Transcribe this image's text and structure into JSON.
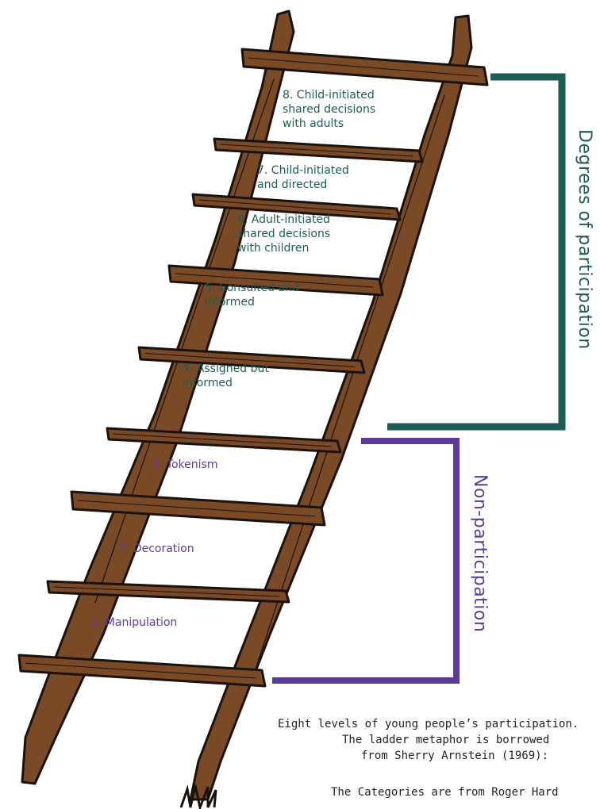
{
  "colors": {
    "wood": "#7a4a26",
    "wood_outline": "#1a120d",
    "participation": "#1f5c55",
    "non_participation": "#5b3c9a"
  },
  "rungs": [
    {
      "level": 8,
      "label": "8. Child-initiated\nshared decisions\nwith adults",
      "group": "participation"
    },
    {
      "level": 7,
      "label": "7.  Child-initiated\nand directed",
      "group": "participation"
    },
    {
      "level": 6,
      "label": "6. Adult-initiated\nshared decisions\nwith children",
      "group": "participation"
    },
    {
      "level": 5,
      "label": "5. Consulted and\ninformed",
      "group": "participation"
    },
    {
      "level": 4,
      "label": "4. Assigned but\ninformed",
      "group": "participation"
    },
    {
      "level": 3,
      "label": "3. Tokenism",
      "group": "non-participation"
    },
    {
      "level": 2,
      "label": "2. Decoration",
      "group": "non-participation"
    },
    {
      "level": 1,
      "label": "1. Manipulation",
      "group": "non-participation"
    }
  ],
  "brackets": {
    "participation": "Degrees of participation",
    "non_participation": "Non-participation"
  },
  "caption": {
    "line1": "Eight levels of young people’s participation.",
    "line2": "The ladder metaphor is borrowed",
    "line3": "from Sherry Arnstein (1969):",
    "line4": "The Categories are from Roger Hard"
  }
}
